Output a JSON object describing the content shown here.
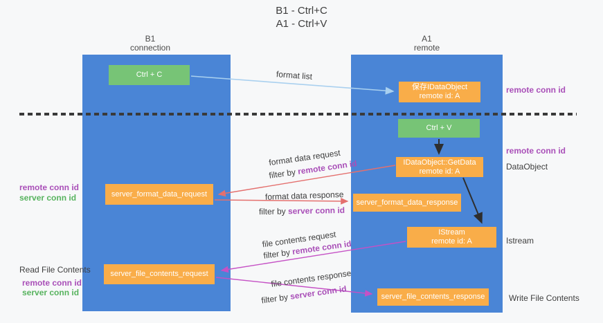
{
  "title": {
    "line1": "B1 - Ctrl+C",
    "line2": "A1 - Ctrl+V"
  },
  "lanes": {
    "left": {
      "header_line1": "B1",
      "header_line2": "connection"
    },
    "right": {
      "header_line1": "A1",
      "header_line2": "remote"
    }
  },
  "boxes": {
    "ctrl_c": "Ctrl + C",
    "ctrl_v": "Ctrl + V",
    "saved_idataobject": {
      "line1": "保存IDataObject",
      "line2": "remote id: A"
    },
    "getdata": {
      "line1": "IDataObject::GetData",
      "line2": "remote id: A"
    },
    "istream": {
      "line1": "IStream",
      "line2": "remote id: A"
    },
    "format_request": "server_format_data_request",
    "format_response": "server_format_data_response",
    "file_request": "server_file_contents_request",
    "file_response": "server_file_contents_response"
  },
  "arrow_labels": {
    "format_list": "format list",
    "format_data_request": "format data request",
    "format_data_response": "format data response",
    "file_contents_request": "file contents request",
    "file_contents_response": "file contents response",
    "filter_by": "filter by ",
    "remote_conn_id": "remote conn id",
    "server_conn_id": "server conn id"
  },
  "annotations": {
    "left": {
      "remote_conn_id": "remote conn id",
      "server_conn_id": "server conn id",
      "read_file_contents": "Read File Contents",
      "remote_conn_id_2": "remote conn id",
      "server_conn_id_2": "server conn id"
    },
    "right": {
      "remote_conn_id_top": "remote conn id",
      "remote_conn_id_mid": "remote conn id",
      "dataobject": "DataObject",
      "istream": "Istream",
      "write_file_contents": "Write File Contents"
    }
  },
  "colors": {
    "lane_blue": "#4a85d6",
    "box_green": "#77c476",
    "box_orange": "#f9ad49",
    "arrow_salmon": "#e4706e",
    "arrow_magenta": "#c551c5",
    "arrow_lightblue": "#a9d0ef",
    "arrow_black": "#2e2e2e",
    "text_purple": "#a94fb8",
    "text_green": "#57b35e",
    "text_dark": "#3d3d3d"
  }
}
